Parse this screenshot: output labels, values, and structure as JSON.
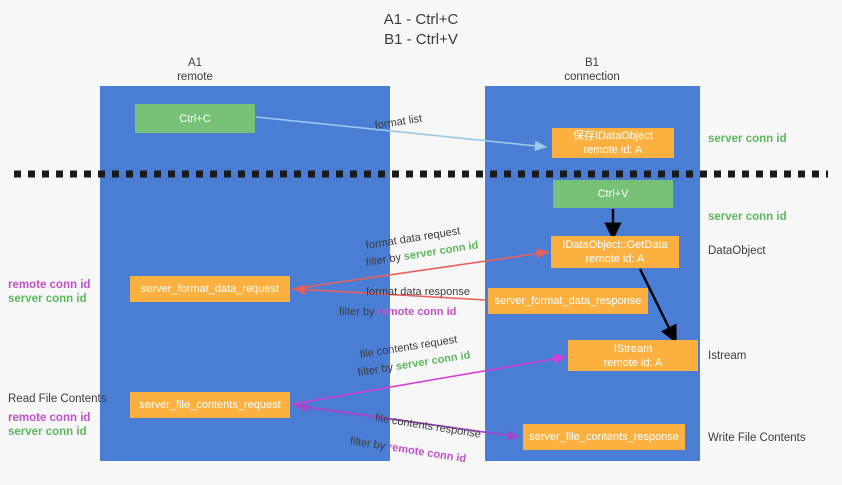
{
  "title": {
    "line1": "A1 - Ctrl+C",
    "line2": "B1 - Ctrl+V"
  },
  "lanes": [
    {
      "id": "a1",
      "name": "A1",
      "role": "remote"
    },
    {
      "id": "b1",
      "name": "B1",
      "role": "connection"
    }
  ],
  "nodes": {
    "ctrl_c": {
      "label": "Ctrl+C",
      "color": "#77c277"
    },
    "save_dataobject": {
      "line1": "保存IDataObject",
      "line2": "remote id: A",
      "color": "#fbb040"
    },
    "ctrl_v": {
      "label": "Ctrl+V",
      "color": "#77c277"
    },
    "getdata": {
      "line1": "IDataObject::GetData",
      "line2": "remote id: A",
      "color": "#fbb040"
    },
    "istream": {
      "line1": "IStream",
      "line2": "remote id: A",
      "color": "#fbb040"
    },
    "server_format_data_request": {
      "label": "server_format_data_request",
      "color": "#fbb040"
    },
    "server_format_data_response": {
      "label": "server_format_data_response",
      "color": "#fbb040"
    },
    "server_file_contents_request": {
      "label": "server_file_contents_request",
      "color": "#fbb040"
    },
    "server_file_contents_response": {
      "label": "server_file_contents_response",
      "color": "#fbb040"
    }
  },
  "edge_labels": {
    "format_list": "format list",
    "format_data_request": "format data request",
    "format_data_request_filter_prefix": "filter by ",
    "format_data_request_filter_key": "server conn id",
    "format_data_response": "format data response",
    "format_data_response_filter_prefix": "filter by ",
    "format_data_response_filter_key": "remote conn id",
    "file_contents_request": "file contents request",
    "file_contents_request_filter_prefix": "filter by ",
    "file_contents_request_filter_key": "server conn id",
    "file_contents_response": "file contents response",
    "file_contents_response_filter_prefix": "filter by ",
    "file_contents_response_filter_key": "remote conn id"
  },
  "annotations": {
    "right_server_conn_id_top": "server conn id",
    "right_server_conn_id_mid": "server conn id",
    "right_dataobject": "DataObject",
    "right_istream": "Istream",
    "right_write_file_contents": "Write File Contents",
    "left_remote_conn_id_1": "remote conn id",
    "left_server_conn_id_1": "server conn id",
    "left_read_file_contents": "Read File Contents",
    "left_remote_conn_id_2": "remote conn id",
    "left_server_conn_id_2": "server conn id"
  },
  "colors": {
    "lane": "#4a7ed4",
    "green_node": "#77c277",
    "orange_node": "#fbb040",
    "server_conn_id": "#5cb85c",
    "remote_conn_id": "#c050c8",
    "arrow_light_blue": "#9ec8e8",
    "arrow_red": "#e8615a",
    "arrow_magenta": "#d43fd4",
    "arrow_purple": "#a049c8",
    "arrow_black": "#000000",
    "divider": "#1a1a1a"
  }
}
